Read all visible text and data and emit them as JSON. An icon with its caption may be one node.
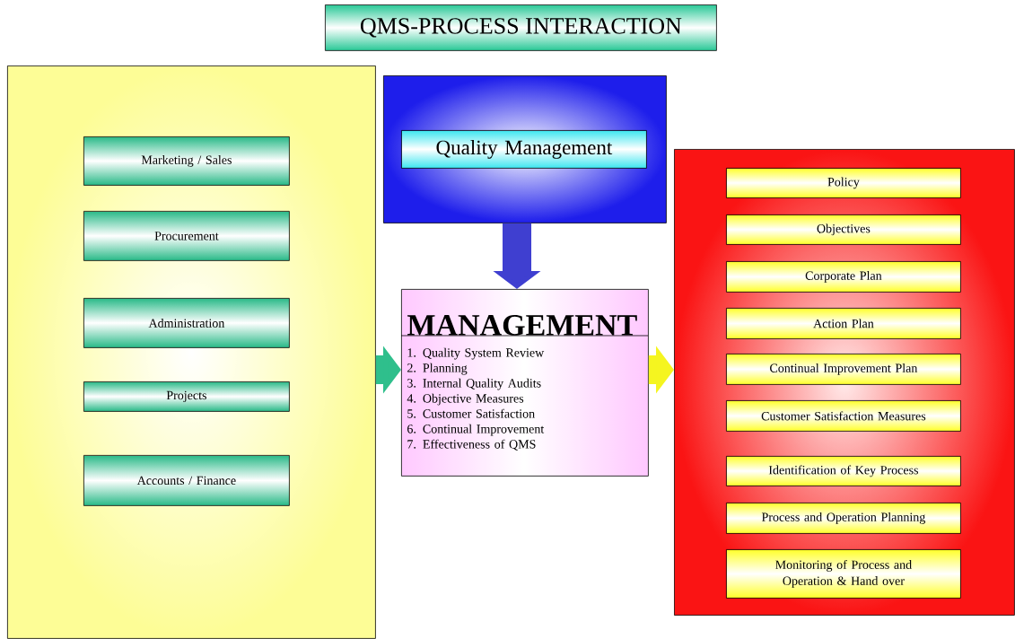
{
  "diagram": {
    "title": "QMS-PROCESS INTERACTION",
    "nodes": [
      {
        "text": [],
        "shape": "box"
      },
      {
        "text": [
          "Marketing / Sales"
        ],
        "in": 0
      },
      {
        "text": [
          "Procurement"
        ],
        "in": 0
      },
      {
        "text": [
          "Administration"
        ],
        "in": 0
      },
      {
        "text": [
          "Projects"
        ],
        "in": 0
      },
      {
        "text": [
          "Accounts / Finance"
        ],
        "in": 0
      },
      {
        "text": [],
        "shape": "box"
      },
      {
        "text": [
          "Quality Management"
        ],
        "in": 6
      },
      {
        "text": [
          "MANAGEMENT",
          "1. Quality System Review",
          "2. Planning",
          "3. Internal Quality Audits",
          "4. Objective Measures",
          "5. Customer Satisfaction",
          "6. Continual Improvement",
          "7. Effectiveness of QMS"
        ]
      },
      {
        "text": [],
        "shape": "box"
      },
      {
        "text": [
          "Policy"
        ],
        "in": 9
      },
      {
        "text": [
          "Objectives"
        ],
        "in": 9
      },
      {
        "text": [
          "Corporate Plan"
        ],
        "in": 9
      },
      {
        "text": [
          "Action Plan"
        ],
        "in": 9
      },
      {
        "text": [
          "Continual Improvement Plan"
        ],
        "in": 9
      },
      {
        "text": [
          "Customer Satisfaction Measures"
        ],
        "in": 9
      },
      {
        "text": [
          "Identification of Key Process"
        ],
        "in": 9
      },
      {
        "text": [
          "Process and Operation Planning"
        ],
        "in": 9
      },
      {
        "text": [
          "Monitoring of Process and Operation & Hand over"
        ],
        "in": 9
      }
    ],
    "edges": [
      {
        "from": 6,
        "to": 8,
        "arrow": "to",
        "color": "#3f3fd0"
      },
      {
        "from": 0,
        "to": 8,
        "arrow": "to",
        "color": "#2fbf8c"
      },
      {
        "from": 8,
        "to": 9,
        "arrow": "to",
        "color": "#f5f520"
      }
    ]
  }
}
